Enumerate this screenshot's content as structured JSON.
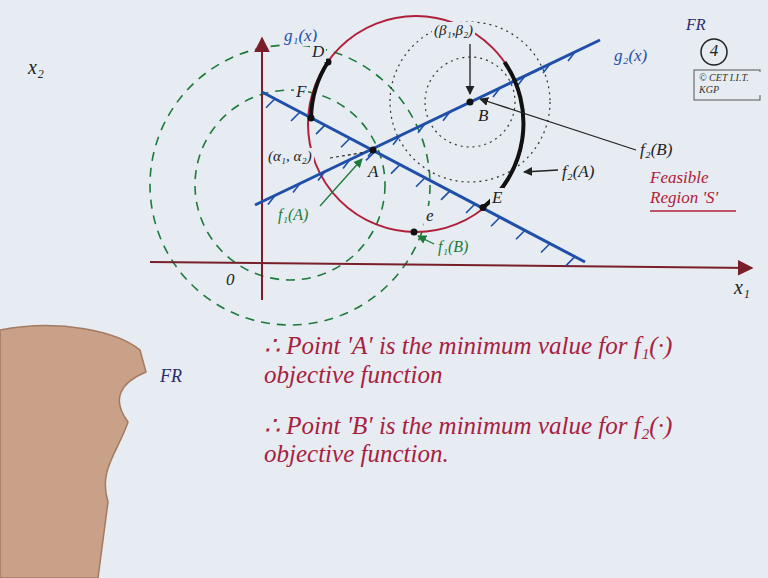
{
  "diagram": {
    "labels": [
      "FR",
      "4",
      "© CET I.I.T. KGP",
      "x₂",
      "g₁(x)",
      "D",
      "F",
      "(α₁, α₂)",
      "A",
      "(β₁,β₂)",
      "B",
      "g₂(x)",
      "f₂(B)",
      "f₂(A)",
      "Feasible Region 'S'",
      "E",
      "f₁(A)",
      "e",
      "f₁(B)",
      "0",
      "x₁",
      "FR",
      "∴ Point 'A' is the minimum value for f₁(·) objective function",
      "∴ Point 'B' is the minimum value for f₂(·) objective function."
    ]
  }
}
